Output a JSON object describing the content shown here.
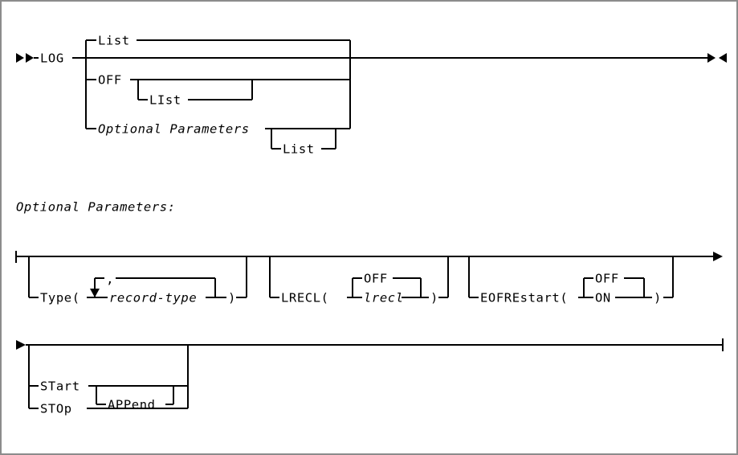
{
  "diagram": {
    "type": "railroad-syntax-diagram",
    "title": "LOG command syntax",
    "colors": {
      "line": "#000000",
      "background": "#ffffff",
      "border": "#8c8c8c"
    },
    "section_heading": "Optional Parameters:",
    "main_fragment": {
      "keyword": "LOG",
      "start_marker": "►►",
      "end_marker": "►◄",
      "branches": [
        {
          "label": "List",
          "style": "normal"
        },
        {
          "label": "",
          "style": "empty-bypass"
        },
        {
          "label": "OFF",
          "style": "normal",
          "sub_branch": {
            "label": "LIst",
            "style": "normal"
          }
        },
        {
          "label": "Optional Parameters",
          "style": "italic",
          "sub_branch": {
            "label": "List",
            "style": "normal"
          }
        }
      ]
    },
    "optional_parameters_fragment": {
      "row1": {
        "start_marker": "├",
        "end_marker": "►",
        "groups": [
          {
            "name": "type-group",
            "open": "Type(",
            "close": ")",
            "loop_separator": ",",
            "operand": "record-type",
            "operand_style": "italic",
            "repeatable": true
          },
          {
            "name": "lrecl-group",
            "open": "LRECL(",
            "close": ")",
            "choices": [
              {
                "label": "OFF",
                "style": "normal",
                "default": true
              },
              {
                "label": "lrecl",
                "style": "italic",
                "default": false
              }
            ]
          },
          {
            "name": "eofrestart-group",
            "open": "EOFREstart(",
            "close": ")",
            "choices": [
              {
                "label": "OFF",
                "style": "normal",
                "default": true
              },
              {
                "label": "ON",
                "style": "normal",
                "default": false
              }
            ]
          }
        ]
      },
      "row2": {
        "start_marker": "►",
        "end_marker": "┤",
        "branches": [
          {
            "label": "STart",
            "style": "normal",
            "sub_branch": {
              "label": "APPend",
              "style": "normal"
            }
          },
          {
            "label": "STOp",
            "style": "normal"
          }
        ]
      }
    }
  }
}
